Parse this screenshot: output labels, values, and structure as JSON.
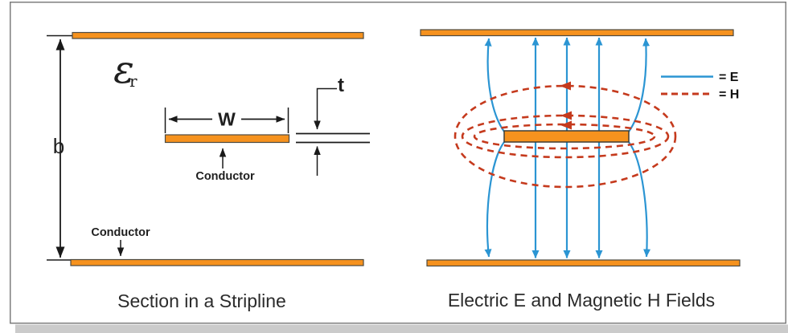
{
  "figure": {
    "left": {
      "caption": "Section in a Stripline",
      "labels": {
        "b": "b",
        "epsilon": "ε",
        "epsilon_sub": "r",
        "w": "W",
        "t": "t",
        "conductor_center": "Conductor",
        "conductor_bottom": "Conductor"
      }
    },
    "right": {
      "caption": "Electric E and Magnetic H Fields",
      "legend": {
        "e": "= E",
        "h": "= H"
      }
    },
    "colors": {
      "conductor_fill": "#F6921E",
      "conductor_stroke": "#4d4a40",
      "e_field_blue": "#2B95D3",
      "h_field_red": "#C53A1D",
      "dimension_lines": "#1a1a1a",
      "frame_border": "#7e7e7e",
      "bottom_band": "#cbcbcb"
    }
  }
}
